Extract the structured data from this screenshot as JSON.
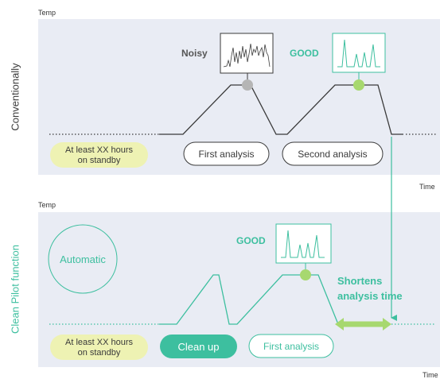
{
  "top": {
    "temp_label": "Temp",
    "time_label": "Time",
    "side_label": "Conventionally",
    "noisy_label": "Noisy",
    "good_label": "GOOD",
    "standby_line1": "At least XX hours",
    "standby_line2": "on standby",
    "first_analysis": "First analysis",
    "second_analysis": "Second analysis"
  },
  "bottom": {
    "temp_label": "Temp",
    "time_label": "Time",
    "side_label": "Clean Pilot function",
    "automatic_label": "Automatic",
    "good_label": "GOOD",
    "shortens_line1": "Shortens",
    "shortens_line2": "analysis time",
    "standby_line1": "At least XX hours",
    "standby_line2": "on standby",
    "clean_up": "Clean up",
    "first_analysis": "First analysis"
  },
  "colors": {
    "panel_bg": "#e9ecf4",
    "teal": "#3dbf9f",
    "yellow_green": "#eef2b3",
    "light_green": "#a7d86f",
    "gray_dot": "#b5b5b5",
    "line_dark": "#3a3a3a"
  }
}
